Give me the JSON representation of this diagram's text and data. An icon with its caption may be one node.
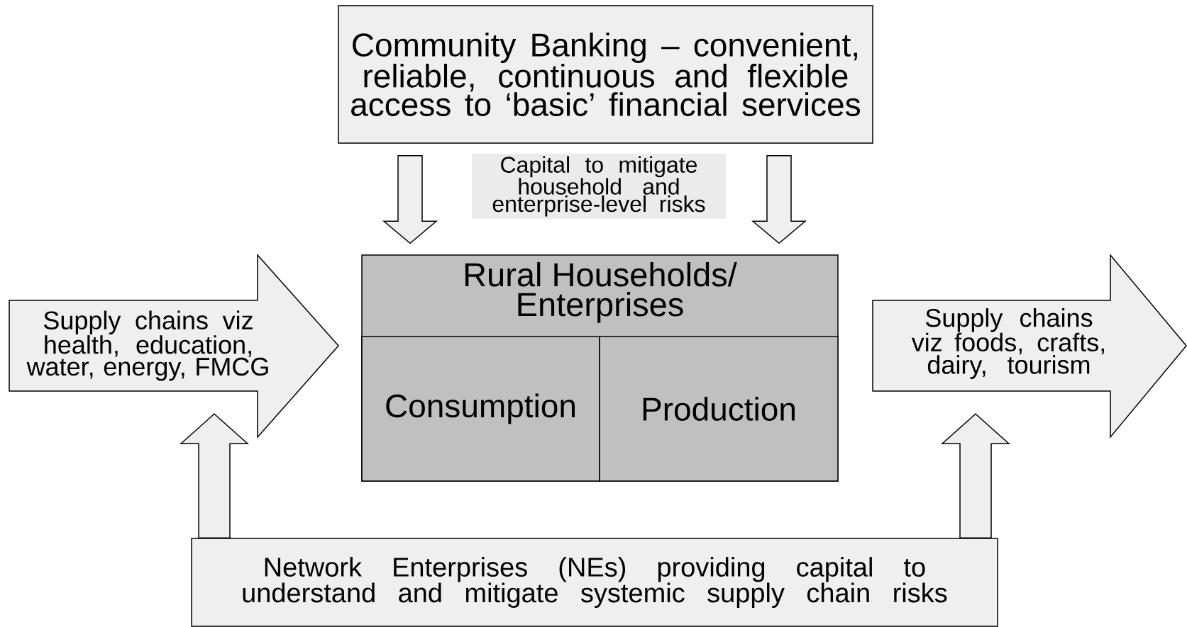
{
  "diagram": {
    "nodes": [
      {
        "text": [
          "Community Banking – convenient, reliable, continuous and flexible access to ‘basic’ financial services"
        ]
      },
      {
        "text": [
          "Capital to mitigate household and enterprise-level risks"
        ]
      },
      {
        "text": [
          "Rural Households/ Enterprises"
        ]
      },
      {
        "text": [
          "Consumption"
        ],
        "in": 2
      },
      {
        "text": [
          "Production"
        ],
        "in": 2
      },
      {
        "text": [
          "Supply chains viz health, education, water, energy, FMCG"
        ]
      },
      {
        "text": [
          "Supply chains viz foods, crafts, dairy, tourism"
        ]
      },
      {
        "text": [
          "Network Enterprises (NEs) providing capital to understand and mitigate systemic supply chain risks"
        ]
      }
    ],
    "edges": [
      {
        "from": 0,
        "to": 2,
        "arrow": "to"
      },
      {
        "from": 0,
        "to": 2,
        "arrow": "to"
      },
      {
        "from": 7,
        "to": 5,
        "arrow": "to"
      },
      {
        "from": 7,
        "to": 6,
        "arrow": "to"
      }
    ]
  }
}
